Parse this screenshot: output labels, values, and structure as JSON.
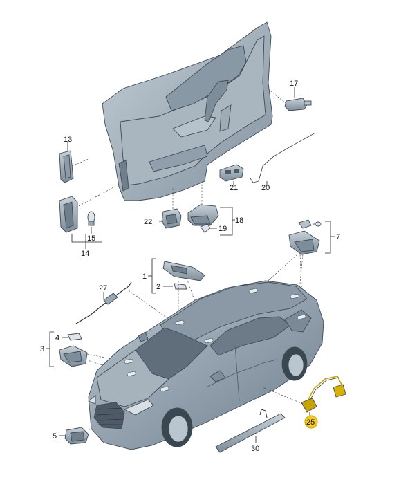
{
  "diagram": {
    "callouts": {
      "c1": "1",
      "c2": "2",
      "c3": "3",
      "c4": "4",
      "c5": "5",
      "c7": "7",
      "c13": "13",
      "c14": "14",
      "c15": "15",
      "c17": "17",
      "c18": "18",
      "c19": "19",
      "c20": "20",
      "c21": "21",
      "c22": "22",
      "c25": "25",
      "c27": "27",
      "c30": "30"
    },
    "highlighted_callout": "25",
    "colors": {
      "part_fill": "#9aa8b4",
      "part_dark": "#6f7f8c",
      "part_light": "#c7d1d9",
      "highlight": "#f3c928",
      "line": "#222222"
    }
  }
}
